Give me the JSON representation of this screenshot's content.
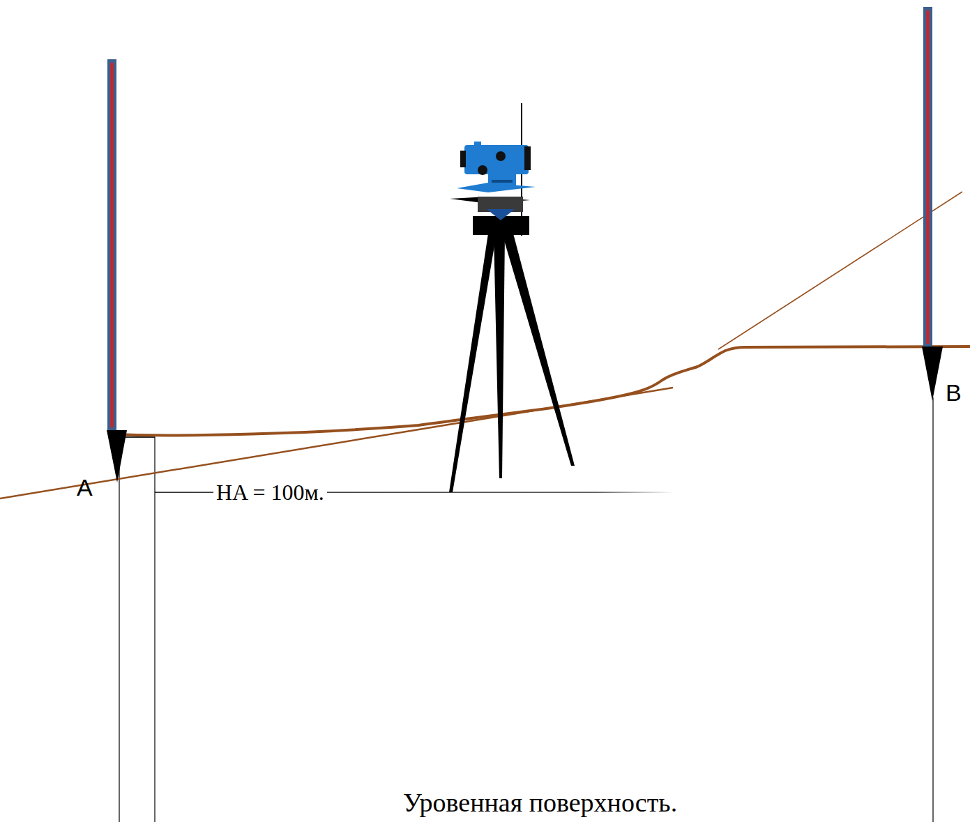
{
  "diagram": {
    "labels": [
      "A",
      "B",
      "HA = 100м.",
      "Уровенная поверхность."
    ]
  }
}
